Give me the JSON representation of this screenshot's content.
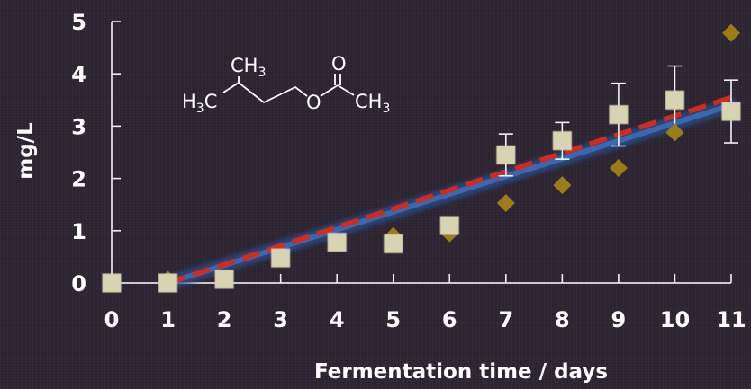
{
  "chart_data": {
    "type": "scatter",
    "xlabel": "Fermentation time / days",
    "ylabel": "mg/L",
    "xlim": [
      0,
      11
    ],
    "ylim": [
      0,
      5
    ],
    "xticks": [
      "0",
      "1",
      "2",
      "3",
      "4",
      "5",
      "6",
      "7",
      "8",
      "9",
      "10",
      "11"
    ],
    "yticks": [
      "0",
      "1",
      "2",
      "3",
      "4",
      "5"
    ],
    "grid": false,
    "series": [
      {
        "marker": "square",
        "color": "#d8d3b2",
        "x": [
          0,
          1,
          2,
          3,
          4,
          5,
          6,
          7,
          8,
          9,
          10,
          11
        ],
        "y": [
          0,
          0,
          0.07,
          0.48,
          0.78,
          0.75,
          1.1,
          2.45,
          2.72,
          3.22,
          3.5,
          3.28
        ],
        "error_upper": [
          0,
          0,
          0,
          0,
          0,
          0,
          0,
          0.4,
          0.35,
          0.6,
          0.65,
          0.6
        ],
        "error_lower": [
          0,
          0,
          0,
          0,
          0,
          0,
          0,
          0.4,
          0.35,
          0.6,
          0.65,
          0.6
        ]
      },
      {
        "marker": "diamond",
        "color": "#9a7d16",
        "x": [
          1,
          5,
          6,
          7,
          8,
          9,
          10,
          11
        ],
        "y": [
          0.06,
          0.9,
          0.95,
          1.53,
          1.87,
          2.2,
          2.88,
          4.78
        ]
      }
    ],
    "trendlines": [
      {
        "style": "solid",
        "color": "#2a4d8a",
        "x": [
          1,
          11
        ],
        "y": [
          0,
          3.4
        ]
      },
      {
        "style": "dashed",
        "color": "#d42a1c",
        "x": [
          1,
          11
        ],
        "y": [
          0,
          3.55
        ]
      }
    ]
  },
  "structure": {
    "name": "isoamyl acetate",
    "labels": {
      "ch3_top": "CH",
      "ch3_top_sub": "3",
      "h3c": "H",
      "h3c_sub": "3",
      "h3c_c": "C",
      "o_ester": "O",
      "o_carbonyl": "O",
      "ch3_right": "CH",
      "ch3_right_sub": "3"
    }
  }
}
